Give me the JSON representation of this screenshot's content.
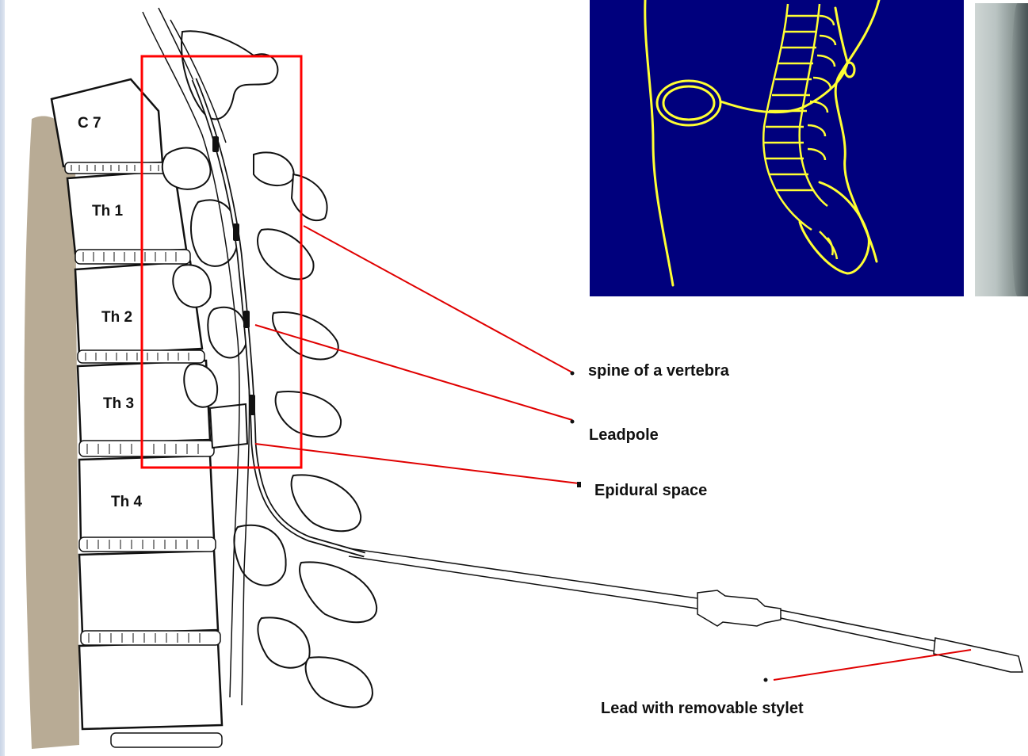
{
  "vertebra_labels": [
    "C 7",
    "Th 1",
    "Th 2",
    "Th 3",
    "Th 4"
  ],
  "annotations": {
    "spine": "spine of a vertebra",
    "leadpole": "Leadpole",
    "epidural": "Epidural space",
    "lead": "Lead with removable stylet"
  },
  "colors": {
    "highlight_box": "#ff0000",
    "leader_lines": "#e00000",
    "inset_background": "#00007d",
    "inset_drawing": "#ffff33",
    "bone_outline": "#111111",
    "background_shadow": "#b8ab95"
  }
}
